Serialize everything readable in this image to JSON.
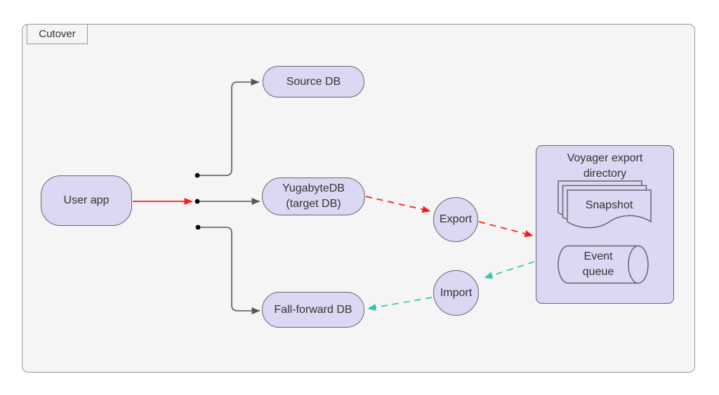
{
  "diagram": {
    "title": "Cutover",
    "nodes": {
      "user_app": {
        "label": "User app"
      },
      "source_db": {
        "label": "Source DB"
      },
      "target_db": {
        "label": "YugabyteDB\n(target DB)"
      },
      "fall_forward_db": {
        "label": "Fall-forward DB"
      },
      "export_step": {
        "label": "Export"
      },
      "import_step": {
        "label": "Import"
      },
      "voyager_dir": {
        "title": "Voyager export\ndirectory",
        "snapshot_label": "Snapshot",
        "event_queue_label": "Event\nqueue"
      }
    },
    "edges": [
      "User app -> junction (red, solid)",
      "junction -> Source DB (gray, solid)",
      "junction -> YugabyteDB (target DB) (gray, solid)",
      "junction -> Fall-forward DB (gray, solid)",
      "YugabyteDB (target DB) -> Export (red, dashed)",
      "Export -> Voyager export directory (red, dashed)",
      "Voyager export directory -> Import (teal, dashed)",
      "Import -> Fall-forward DB (teal, dashed)"
    ],
    "colors": {
      "node_fill": "#dad8f2",
      "node_border": "#66666e",
      "container_fill": "#f5f5f6",
      "container_border": "#98999c",
      "edge_gray": "#575757",
      "edge_red": "#ff1a1a",
      "edge_teal": "#2dc8aa",
      "text": "#333333"
    }
  }
}
